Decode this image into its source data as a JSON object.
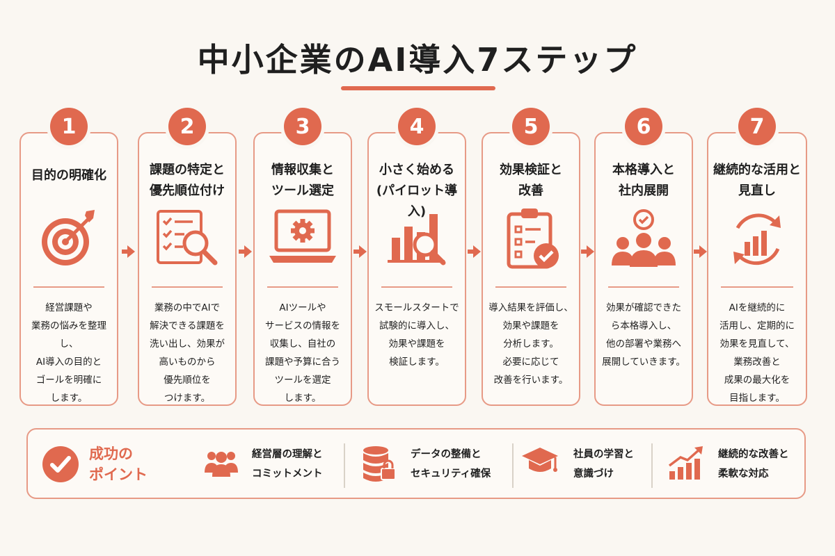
{
  "title": "中小企業のAI導入7ステップ",
  "accent_color": "#e0694f",
  "steps": [
    {
      "number": "1",
      "title": "目的の明確化",
      "icon": "target-icon",
      "description": "経営課題や\n業務の悩みを整理し、\nAI導入の目的と\nゴールを明確に\nします。"
    },
    {
      "number": "2",
      "title": "課題の特定と\n優先順位付け",
      "icon": "checklist-magnifier-icon",
      "description": "業務の中でAIで\n解決できる課題を\n洗い出し、効果が\n高いものから\n優先順位を\nつけます。"
    },
    {
      "number": "3",
      "title": "情報収集と\nツール選定",
      "icon": "laptop-gear-icon",
      "description": "AIツールや\nサービスの情報を\n収集し、自社の\n課題や予算に合う\nツールを選定\nします。"
    },
    {
      "number": "4",
      "title": "小さく始める\n(パイロット導入)",
      "icon": "chart-magnifier-icon",
      "description": "スモールスタートで\n試験的に導入し、\n効果や課題を\n検証します。"
    },
    {
      "number": "5",
      "title": "効果検証と\n改善",
      "icon": "clipboard-check-icon",
      "description": "導入結果を評価し、\n効果や課題を\n分析します。\n必要に応じて\n改善を行います。"
    },
    {
      "number": "6",
      "title": "本格導入と\n社内展開",
      "icon": "team-check-icon",
      "description": "効果が確認できた\nら本格導入し、\n他の部署や業務へ\n展開していきます。"
    },
    {
      "number": "7",
      "title": "継続的な活用と\n見直し",
      "icon": "cycle-chart-icon",
      "description": "AIを継続的に\n活用し、定期的に\n効果を見直して、\n業務改善と\n成果の最大化を\n目指します。"
    }
  ],
  "success": {
    "label": "成功の\nポイント",
    "points": [
      {
        "icon": "people-icon",
        "label": "経営層の理解と\nコミットメント"
      },
      {
        "icon": "database-lock-icon",
        "label": "データの整備と\nセキュリティ確保"
      },
      {
        "icon": "graduation-cap-icon",
        "label": "社員の学習と\n意識づけ"
      },
      {
        "icon": "growth-chart-icon",
        "label": "継続的な改善と\n柔軟な対応"
      }
    ]
  }
}
